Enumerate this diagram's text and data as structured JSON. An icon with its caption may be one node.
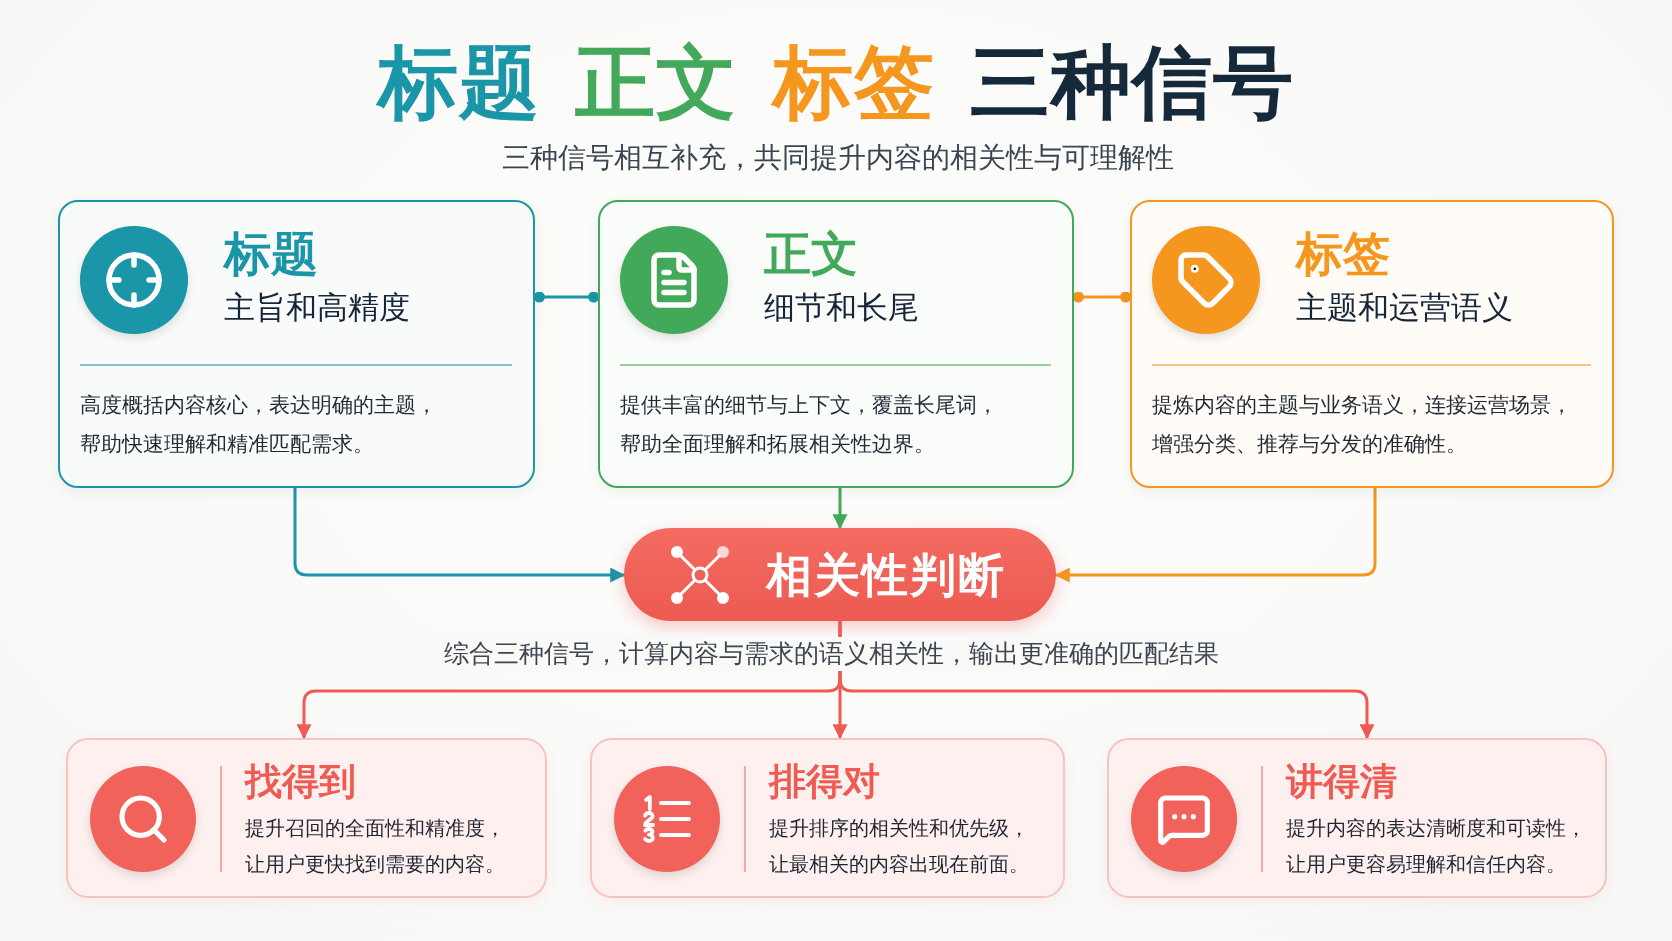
{
  "diagram": {
    "title": "标题 正文 标签 三种信号",
    "nodes": [
      {
        "text": [
          "标题",
          "主旨和高精度",
          "高度概括内容核心，表达明确的主题，帮助快速理解和精准匹配需求。"
        ]
      },
      {
        "text": [
          "正文",
          "细节和长尾",
          "提供丰富的细节与上下文，覆盖长尾词，帮助全面理解和拓展相关性边界。"
        ]
      },
      {
        "text": [
          "标签",
          "主题和运营语义",
          "提炼内容的主题与业务语义，连接运营场景，增强分类、推荐与分发的准确性。"
        ]
      },
      {
        "text": [
          "相关性判断"
        ],
        "beside": [
          "综合三种信号，计算内容与需求的语义相关性，输出更准确的匹配结果"
        ]
      },
      {
        "text": [
          "找得到",
          "提升召回的全面性和精准度，让用户更快找到需要的内容。"
        ]
      },
      {
        "text": [
          "排得对",
          "提升排序的相关性和优先级，让最相关的内容出现在前面。"
        ]
      },
      {
        "text": [
          "讲得清",
          "提升内容的表达清晰度和可读性，让用户更容易理解和信任内容。"
        ]
      }
    ],
    "edges": [
      {
        "from": 0,
        "to": 1,
        "arrow": "other",
        "color": "#1a96a8"
      },
      {
        "from": 1,
        "to": 2,
        "arrow": "other",
        "color": "#f5961e"
      },
      {
        "from": 0,
        "to": 3,
        "arrow": "to",
        "color": "#1a96a8"
      },
      {
        "from": 1,
        "to": 3,
        "arrow": "to",
        "color": "#43a95a"
      },
      {
        "from": 2,
        "to": 3,
        "arrow": "to",
        "color": "#f5961e"
      },
      {
        "from": 3,
        "to": 4,
        "arrow": "to"
      },
      {
        "from": 3,
        "to": 5,
        "arrow": "to"
      },
      {
        "from": 3,
        "to": 6,
        "arrow": "to"
      }
    ],
    "labels": [
      "三种信号相互补充，共同提升内容的相关性与可理解性"
    ]
  }
}
